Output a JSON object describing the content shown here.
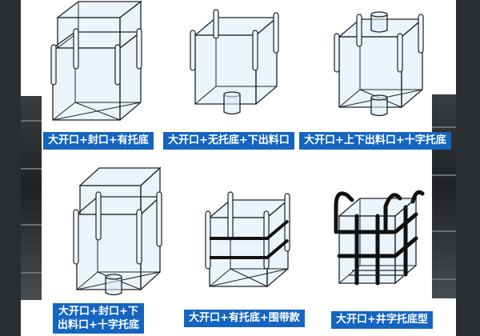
{
  "panels": [
    {
      "label": "大开口+封口+有托底",
      "icon": "bag-open-skirt-flat-bottom"
    },
    {
      "label": "大开口+无托底+下出料口",
      "icon": "bag-open-top-bottom-spout"
    },
    {
      "label": "大开口+上下出料口+十字托底",
      "icon": "bag-top-bottom-spout-cross-bottom"
    },
    {
      "label_line1": "大开口+封口+下",
      "label_line2": "出料口+十字托底",
      "icon": "bag-skirt-bottom-spout-cross-bottom"
    },
    {
      "label": "大开口+有托底+围带款",
      "icon": "bag-belted-flat-bottom"
    },
    {
      "label": "大开口+井字托底型",
      "icon": "bag-grid-bottom-black-loops"
    }
  ],
  "colors": {
    "label_bg": "#1565c0",
    "label_text": "#ffffff",
    "bag_fill": "#dcebf8",
    "bag_line": "#1f2328",
    "belt": "#111111"
  }
}
